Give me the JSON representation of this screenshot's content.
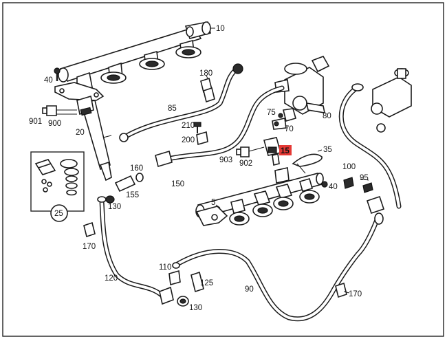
{
  "diagram": {
    "part_labels": {
      "p10": "10",
      "p40a": "40",
      "p901": "901",
      "p900": "900",
      "p20": "20",
      "p180": "180",
      "p85": "85",
      "p210": "210",
      "p200": "200",
      "p75": "75",
      "p70": "70",
      "p80": "80",
      "p15": "15",
      "p35": "35",
      "p903": "903",
      "p902": "902",
      "p160": "160",
      "p150": "150",
      "p155": "155",
      "p130a": "130",
      "p100": "100",
      "p95": "95",
      "p40b": "40",
      "p5": "5",
      "p25": "25",
      "p170a": "170",
      "p110": "110",
      "p125": "125",
      "p120": "120",
      "p130b": "130",
      "p90": "90",
      "p170b": "170"
    },
    "highlighted_part": "15",
    "highlight_color": "#e53935"
  }
}
